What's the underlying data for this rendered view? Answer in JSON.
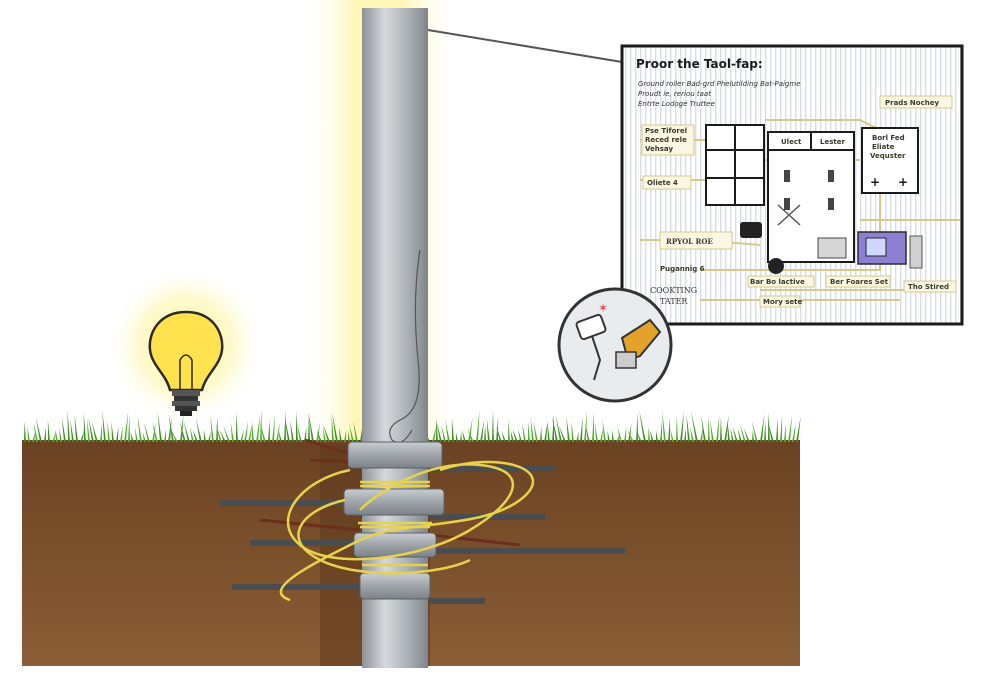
{
  "inset": {
    "title": "Proor the Taol-fap:",
    "intro_line1": "Ground roiler Bad-grd Phelutilding Bat-Paigme",
    "intro_line2": "Proudt ie, reriou taat",
    "intro_line3": "Entrte Lodoge Truttee",
    "labels": {
      "left_top_1": "Pse Tiforel",
      "left_top_2": "Reced rele",
      "left_top_3": "Vehsay",
      "left_mid": "Oliete 4",
      "left_box": "RPYOL ROE",
      "left_low": "Pugannig 6",
      "bottom_serif_1": "COOKTING",
      "bottom_serif_2": "TATER",
      "right_top": "Prads Nochey",
      "right_box_1": "Borl Fed",
      "right_box_2": "Eliate",
      "right_box_3": "Vequster",
      "center_h1": "Ulect",
      "center_h2": "Lester",
      "bottom_1": "Bar Bo lactive",
      "bottom_2": "Ber Foares Set",
      "bottom_3": "Mory sete",
      "bottom_4": "Tho Stired"
    }
  },
  "colors": {
    "soil": "#7a4f2a",
    "grass": "#4caf2a",
    "pole": "#a8adb2",
    "glow": "#fff3a0",
    "rope": "#e8d24a",
    "bulb": "#ffe24d"
  }
}
